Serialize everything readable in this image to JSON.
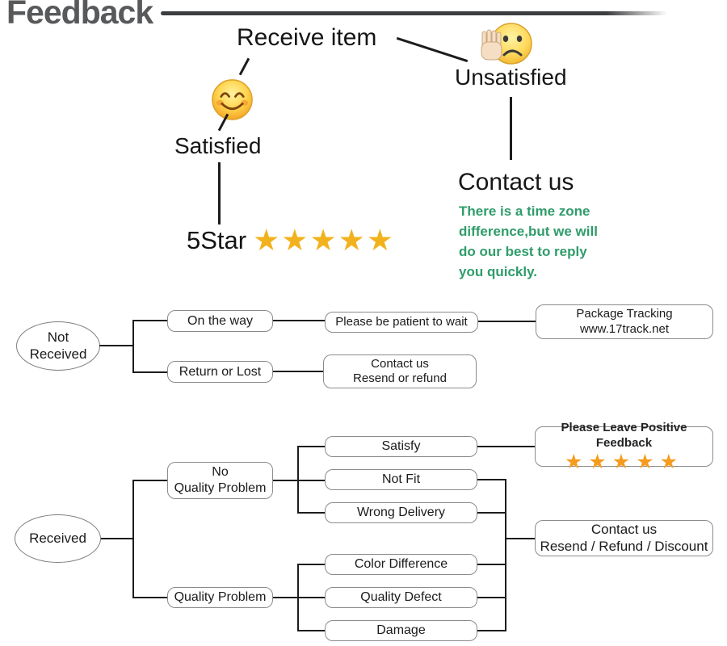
{
  "title": "Feedback",
  "colors": {
    "star_gold": "#F2B21D",
    "star_orange": "#F59C1E",
    "note_green": "#2F9C6A",
    "title_gray": "#58595B"
  },
  "icons": {
    "satisfied": "smiling-face-emoji",
    "unsatisfied": "sad-face-with-raised-hand-emoji"
  },
  "top": {
    "receive_item": "Receive item",
    "satisfied": {
      "label": "Satisfied",
      "five_star_label": "5Star",
      "stars": "★★★★★"
    },
    "unsatisfied": {
      "label": "Unsatisfied",
      "contact_us": "Contact us",
      "note_lines": [
        "There is a time zone",
        "difference,but we will",
        "do our best to reply",
        "you quickly."
      ]
    }
  },
  "not_received": {
    "source": {
      "line1": "Not",
      "line2": "Received"
    },
    "on_the_way": "On the way",
    "be_patient": "Please be patient to wait",
    "package_tracking": {
      "line1": "Package Tracking",
      "line2": "www.17track.net"
    },
    "return_or_lost": "Return or Lost",
    "contact_resend": {
      "line1": "Contact us",
      "line2": "Resend or refund"
    }
  },
  "received": {
    "source": "Received",
    "no_quality_problem": {
      "line1": "No",
      "line2": "Quality Problem"
    },
    "quality_problem": "Quality Problem",
    "satisfy": "Satisfy",
    "not_fit": "Not Fit",
    "wrong_delivery": "Wrong Delivery",
    "color_difference": "Color Difference",
    "quality_defect": "Quality Defect",
    "damage": "Damage",
    "positive_feedback": {
      "label": "Please Leave Positive Feedback",
      "stars": "★★★★★"
    },
    "contact_options": {
      "line1": "Contact us",
      "line2": "Resend / Refund / Discount"
    }
  }
}
